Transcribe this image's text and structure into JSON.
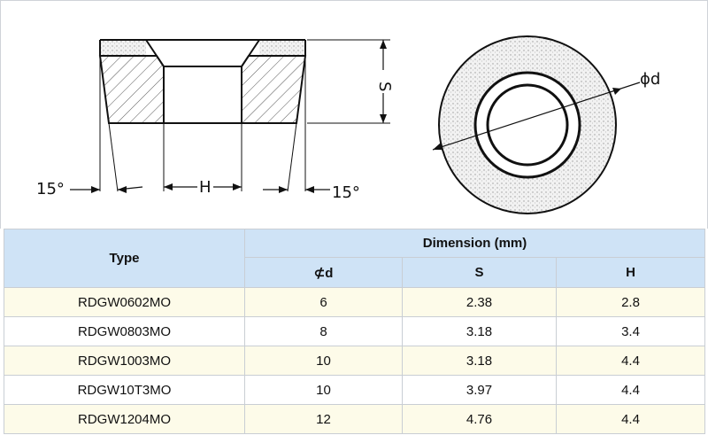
{
  "drawing": {
    "angle_left": "15°",
    "angle_right": "15°",
    "label_h": "H",
    "label_s": "S",
    "label_d": "ϕd"
  },
  "table": {
    "header_type": "Type",
    "header_dimension": "Dimension (mm)",
    "header_d": "⊄d",
    "header_s": "S",
    "header_h": "H",
    "rows": [
      {
        "type": "RDGW0602MO",
        "d": "6",
        "s": "2.38",
        "h": "2.8"
      },
      {
        "type": "RDGW0803MO",
        "d": "8",
        "s": "3.18",
        "h": "3.4"
      },
      {
        "type": "RDGW1003MO",
        "d": "10",
        "s": "3.18",
        "h": "4.4"
      },
      {
        "type": "RDGW10T3MO",
        "d": "10",
        "s": "3.97",
        "h": "4.4"
      },
      {
        "type": "RDGW1204MO",
        "d": "12",
        "s": "4.76",
        "h": "4.4"
      }
    ]
  }
}
